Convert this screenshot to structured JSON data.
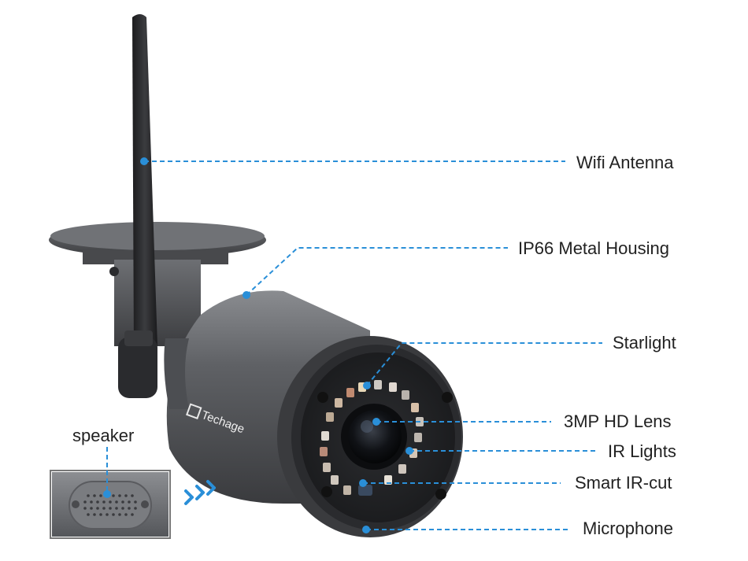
{
  "labels": {
    "wifi_antenna": "Wifi Antenna",
    "metal_housing": "IP66 Metal Housing",
    "starlight": "Starlight",
    "hd_lens": "3MP HD Lens",
    "ir_lights": "IR Lights",
    "smart_ir_cut": "Smart IR-cut",
    "microphone": "Microphone",
    "speaker": "speaker"
  },
  "brand": {
    "logo_text": "Techage"
  },
  "colors": {
    "leader_line": "#2a8fd8",
    "camera_body": "#5a5c60",
    "camera_dark": "#2a2b2e",
    "text": "#222222"
  }
}
